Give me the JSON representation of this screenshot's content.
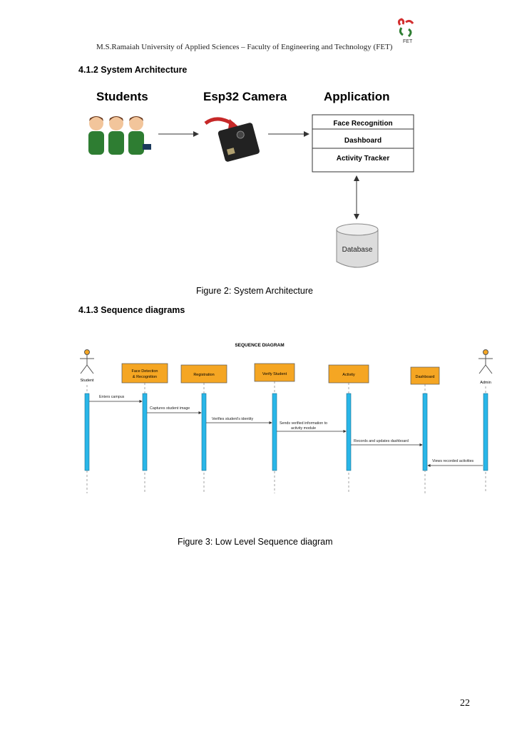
{
  "header": {
    "text": "M.S.Ramaiah University of Applied Sciences – Faculty of Engineering and Technology (FET)",
    "logo_label": "FET"
  },
  "sections": {
    "architecture_heading": "4.1.2 System Architecture",
    "sequence_heading": "4.1.3 Sequence diagrams"
  },
  "architecture": {
    "students_title": "Students",
    "camera_title": "Esp32 Camera",
    "application_title": "Application",
    "app_modules": [
      "Face Recognition",
      "Dashboard",
      "Activity Tracker"
    ],
    "database_label": "Database",
    "caption": "Figure 2: System Architecture"
  },
  "sequence": {
    "title": "SEQUENCE DIAGRAM",
    "actor_student": "Student",
    "actor_admin": "Admin",
    "participants": [
      "Face Detection",
      "& Recognition",
      "Registration",
      "Verify Student",
      "Activity",
      "Dashboard"
    ],
    "messages": [
      "Enters campus",
      "Captures student image",
      "Verifies student's  identity",
      "Sends verified information to",
      "activity module",
      "Records and updates dashboard",
      "Views recorded activities"
    ],
    "colors": {
      "participant_fill": "#f5a623",
      "lifeline_bar": "#29b6e8",
      "actor_head": "#f5a623"
    },
    "caption": "Figure 3: Low Level Sequence diagram"
  },
  "page_number": "22"
}
